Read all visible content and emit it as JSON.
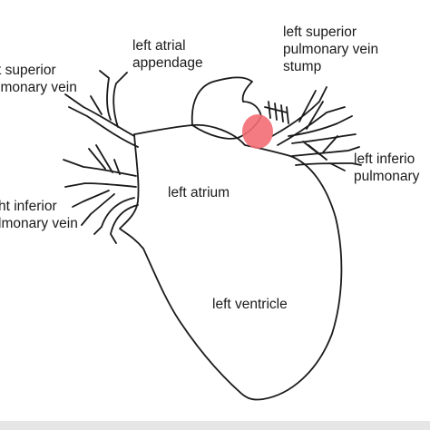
{
  "labels": {
    "left_atrial_appendage": [
      "left atrial",
      "appendage"
    ],
    "left_superior_pv_stump": [
      "left superior",
      "pulmonary vein",
      "stump"
    ],
    "right_superior_pv": [
      "t superior",
      "lmonary vein"
    ],
    "left_inferior_pv": [
      "left inferio",
      "pulmonary"
    ],
    "right_inferior_pv": [
      "ht inferior",
      "lmonary vein"
    ],
    "left_atrium": "left atrium",
    "left_ventricle": "left ventricle"
  },
  "colors": {
    "outline": "#1a1a1a",
    "stump_highlight": "#f26d73",
    "background": "#ffffff"
  }
}
